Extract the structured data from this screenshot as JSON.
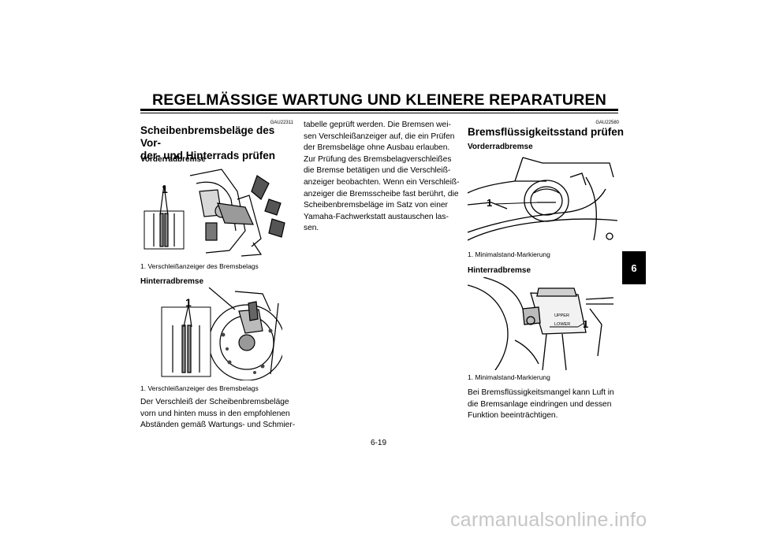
{
  "header": {
    "title": "REGELMÄSSIGE WARTUNG UND KLEINERE REPARATUREN"
  },
  "chapter_tab": "6",
  "page_number": "6-19",
  "watermark": "carmanualsonline.info",
  "left": {
    "code": "GAU22311",
    "title_line1": "Scheibenbremsbeläge des Vor-",
    "title_line2": "der- und Hinterrads prüfen",
    "front_heading": "Vorderradbremse",
    "front_caption": "1.  Verschleißanzeiger des Bremsbelags",
    "rear_heading": "Hinterradbremse",
    "rear_caption": "1.  Verschleißanzeiger des Bremsbelags",
    "callout": "1",
    "paragraph": [
      "Der Verschleiß der Scheibenbremsbeläge",
      "vorn und hinten muss in den empfohlenen",
      "Abständen gemäß Wartungs- und Schmier-"
    ]
  },
  "middle": {
    "paragraph": [
      "tabelle geprüft werden. Die Bremsen wei-",
      "sen Verschleißanzeiger auf, die ein Prüfen",
      "der Bremsbeläge ohne Ausbau erlauben.",
      "Zur Prüfung des Bremsbelagverschleißes",
      "die Bremse betätigen und die Verschleiß-",
      "anzeiger beobachten. Wenn ein Verschleiß-",
      "anzeiger die Bremsscheibe fast berührt, die",
      "Scheibenbremsbeläge im Satz von einer",
      "Yamaha-Fachwerkstatt austauschen las-",
      "sen."
    ]
  },
  "right": {
    "code": "GAU22580",
    "title": "Bremsflüssigkeitsstand prüfen",
    "front_heading": "Vorderradbremse",
    "front_caption": "1.  Minimalstand-Markierung",
    "rear_heading": "Hinterradbremse",
    "rear_caption": "1.  Minimalstand-Markierung",
    "callout": "1",
    "reservoir_upper": "UPPER",
    "reservoir_lower": "LOWER",
    "paragraph": [
      "Bei Bremsflüssigkeitsmangel kann Luft in",
      "die Bremsanlage eindringen und dessen",
      "Funktion beeinträchtigen."
    ]
  }
}
